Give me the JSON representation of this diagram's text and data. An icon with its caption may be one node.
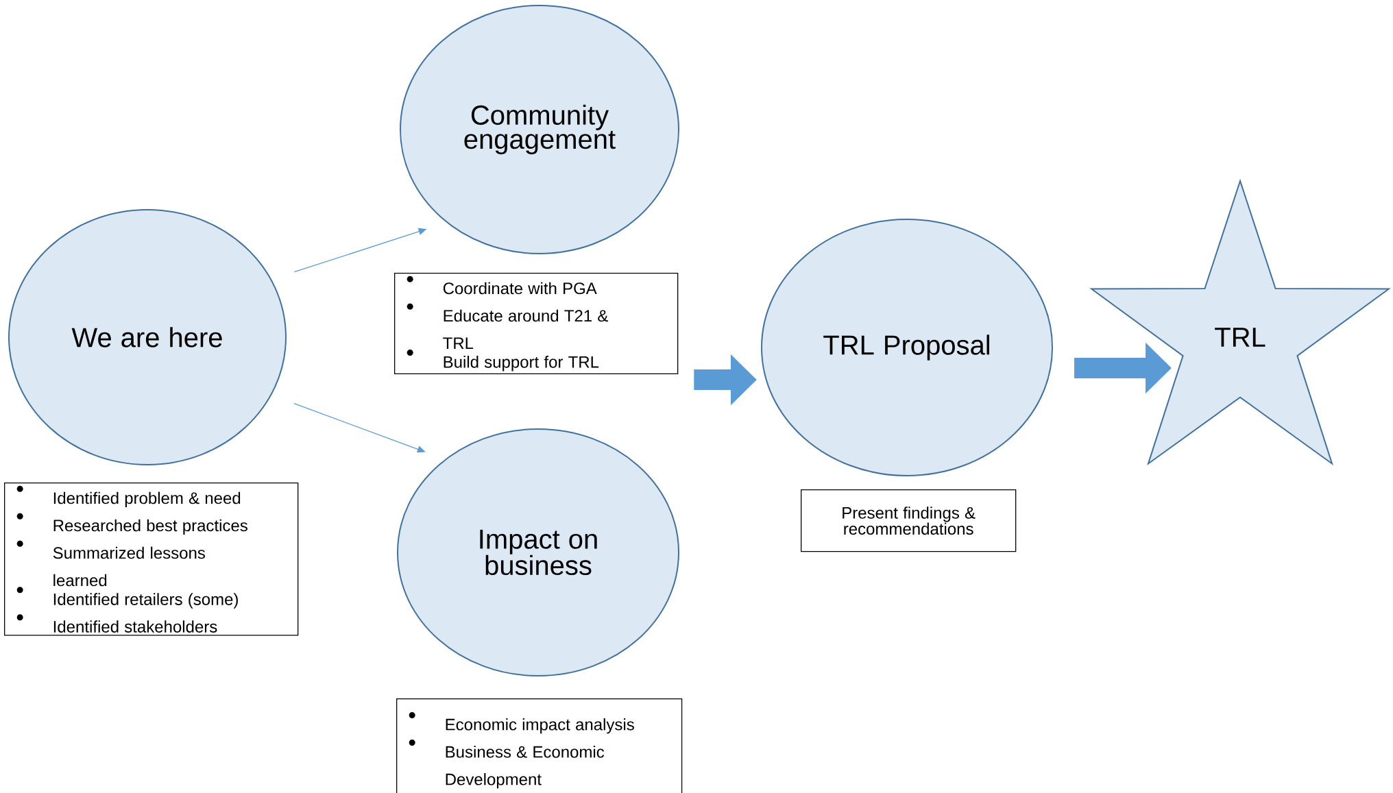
{
  "diagram": {
    "nodes": [
      {
        "text": [
          "We are here"
        ]
      },
      {
        "text": [
          "Identified problem & need",
          "Researched best practices",
          "Summarized lessons learned",
          "Identified retailers (some)",
          "Identified stakeholders"
        ]
      },
      {
        "text": [
          "Community engagement"
        ]
      },
      {
        "text": [
          "Coordinate with PGA",
          "Educate around T21 & TRL",
          "Build support for TRL"
        ]
      },
      {
        "text": [
          "Impact on business"
        ]
      },
      {
        "text": [
          "Economic impact analysis",
          "Business & Economic Development"
        ]
      },
      {
        "text": [
          "TRL Proposal"
        ]
      },
      {
        "text": [
          "Present findings & recommendations"
        ]
      },
      {
        "text": [
          "TRL"
        ]
      }
    ],
    "edges": [
      {
        "from": 0,
        "to": 2,
        "arrow": "to"
      },
      {
        "from": 0,
        "to": 4,
        "arrow": "to"
      },
      {
        "from": 3,
        "to": 6,
        "arrow": "to",
        "style": "thick"
      },
      {
        "from": 6,
        "to": 8,
        "arrow": "to",
        "style": "thick"
      }
    ]
  }
}
